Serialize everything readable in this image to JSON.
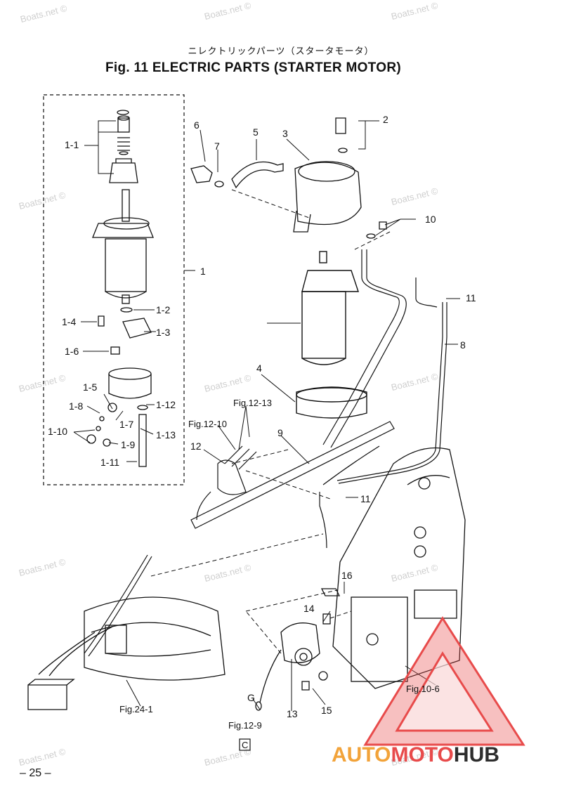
{
  "title_jp": "ニレクトリックパーツ（スタータモータ）",
  "title": "Fig. 11    ELECTRIC PARTS   (STARTER MOTOR)",
  "watermark": "Boats.net ©",
  "part_labels": [
    "1",
    "1-1",
    "1-2",
    "1-3",
    "1-4",
    "1-5",
    "1-6",
    "1-7",
    "1-8",
    "1-9",
    "1-10",
    "1-11",
    "1-12",
    "1-13",
    "2",
    "3",
    "4",
    "5",
    "6",
    "7",
    "8",
    "9",
    "10",
    "11",
    "11",
    "12",
    "13",
    "14",
    "15",
    "16",
    "G"
  ],
  "references": [
    "Fig.12-13",
    "Fig.12-10",
    "Fig.10-6",
    "Fig.24-1",
    "Fig.12-9"
  ],
  "box_marker": "C",
  "page_number": "– 25 –",
  "logo": {
    "part1": "AUTO",
    "part2": "MOTO",
    "part3": "HUB"
  },
  "colors": {
    "logo_triangle": "#e84b4b",
    "logo_auto": "#f2a33a",
    "logo_moto": "#e84b4b",
    "logo_hub": "#2d2d2d"
  }
}
